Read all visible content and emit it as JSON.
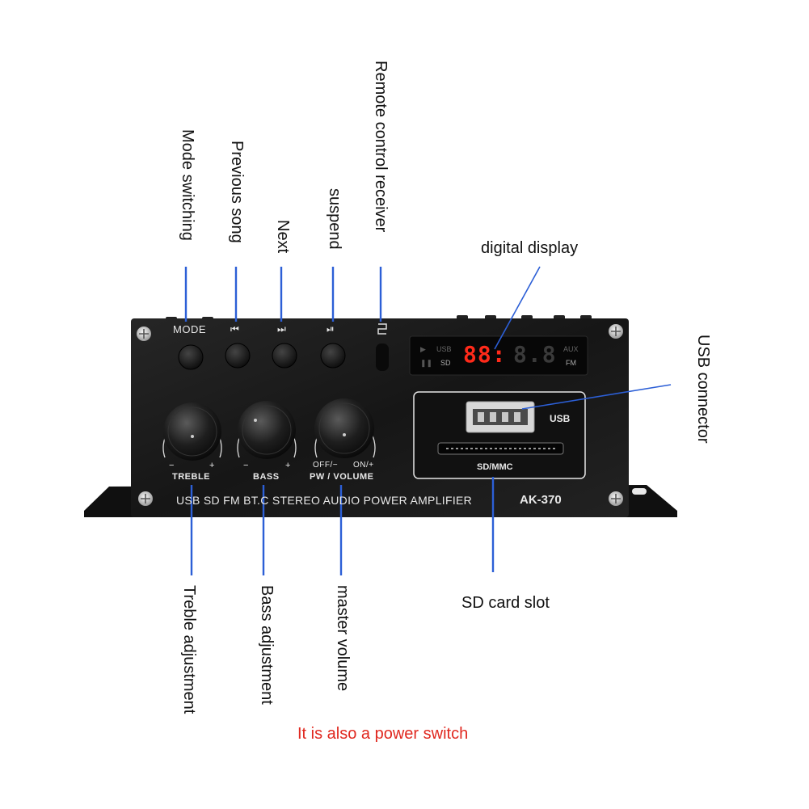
{
  "callouts": {
    "mode_switching": "Mode switching",
    "previous_song": "Previous song",
    "next": "Next",
    "suspend": "suspend",
    "remote_receiver": "Remote control receiver",
    "digital_display": "digital display",
    "usb_connector": "USB connector",
    "sd_card_slot": "SD card slot",
    "treble_adjustment": "Treble adjustment",
    "bass_adjustment": "Bass adjustment",
    "master_volume": "master volume",
    "power_note": "It is also a power switch"
  },
  "panel": {
    "mode_label": "MODE",
    "prev_symbol": "⏮",
    "next_symbol": "⏭",
    "play_pause_symbol": "⏯",
    "treble_label": "TREBLE",
    "bass_label": "BASS",
    "volume_label": "PW / VOLUME",
    "minus": "−",
    "plus": "+",
    "off_label": "OFF/−",
    "on_label": "ON/+",
    "usb_label": "USB",
    "sd_mmc_label": "SD/MMC",
    "title_text": "USB SD FM BT.C STEREO AUDIO POWER AMPLIFIER",
    "model": "AK-370",
    "display": {
      "digits": "88:8.8",
      "usb": "USB",
      "sd": "SD",
      "aux": "AUX",
      "fm": "FM"
    }
  },
  "colors": {
    "callout_line": "#2c5fd6",
    "panel": "#1a1a1a",
    "note_text": "#e0281f",
    "display_red": "#ff2a1a"
  }
}
